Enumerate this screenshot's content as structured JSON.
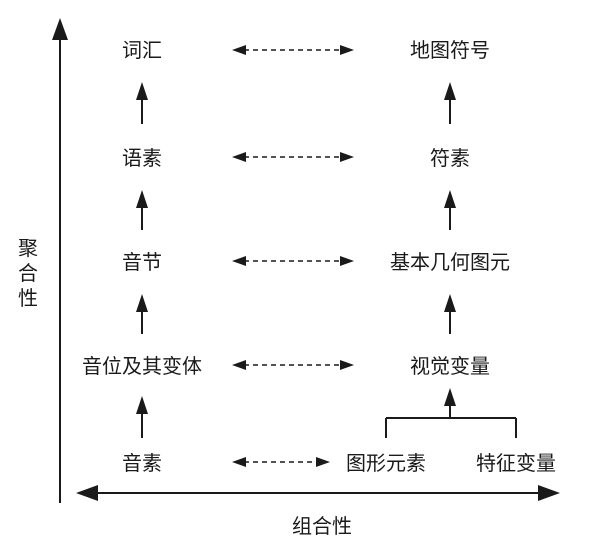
{
  "axes": {
    "vertical_label": "聚合性",
    "horizontal_label": "组合性"
  },
  "left_column": {
    "level_5": "词汇",
    "level_4": "语素",
    "level_3": "音节",
    "level_2": "音位及其变体",
    "level_1": "音素"
  },
  "right_column": {
    "level_5": "地图符号",
    "level_4": "符素",
    "level_3": "基本几何图元",
    "level_2": "视觉变量",
    "level_1a": "图形元素",
    "level_1b": "特征变量"
  }
}
